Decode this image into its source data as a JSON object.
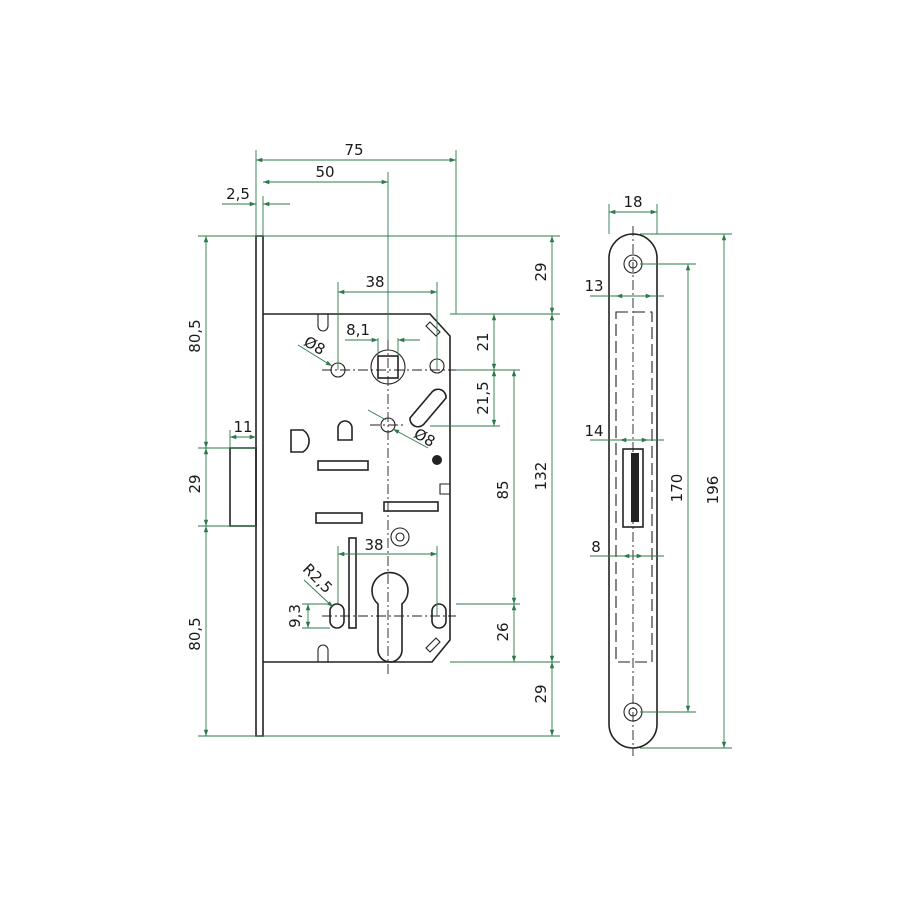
{
  "colors": {
    "line": "#222222",
    "dimension": "#2d7a4a",
    "background": "#ffffff"
  },
  "dimensions": {
    "d75": "75",
    "d50": "50",
    "d2_5": "2,5",
    "d38_top": "38",
    "d8_1": "8,1",
    "d80_5_top": "80,5",
    "d80_5_bottom": "80,5",
    "d29_left": "29",
    "d11": "11",
    "d_dia8_a": "Ø8",
    "d_dia8_b": "Ø8",
    "d21": "21",
    "d21_5": "21,5",
    "d85": "85",
    "d132": "132",
    "d29_top_right": "29",
    "d29_bottom_right": "29",
    "d26": "26",
    "d38_lower": "38",
    "dR2_5": "R2,5",
    "d9_3": "9,3",
    "d18": "18",
    "d13": "13",
    "d14": "14",
    "d8": "8",
    "d170": "170",
    "d196": "196"
  }
}
